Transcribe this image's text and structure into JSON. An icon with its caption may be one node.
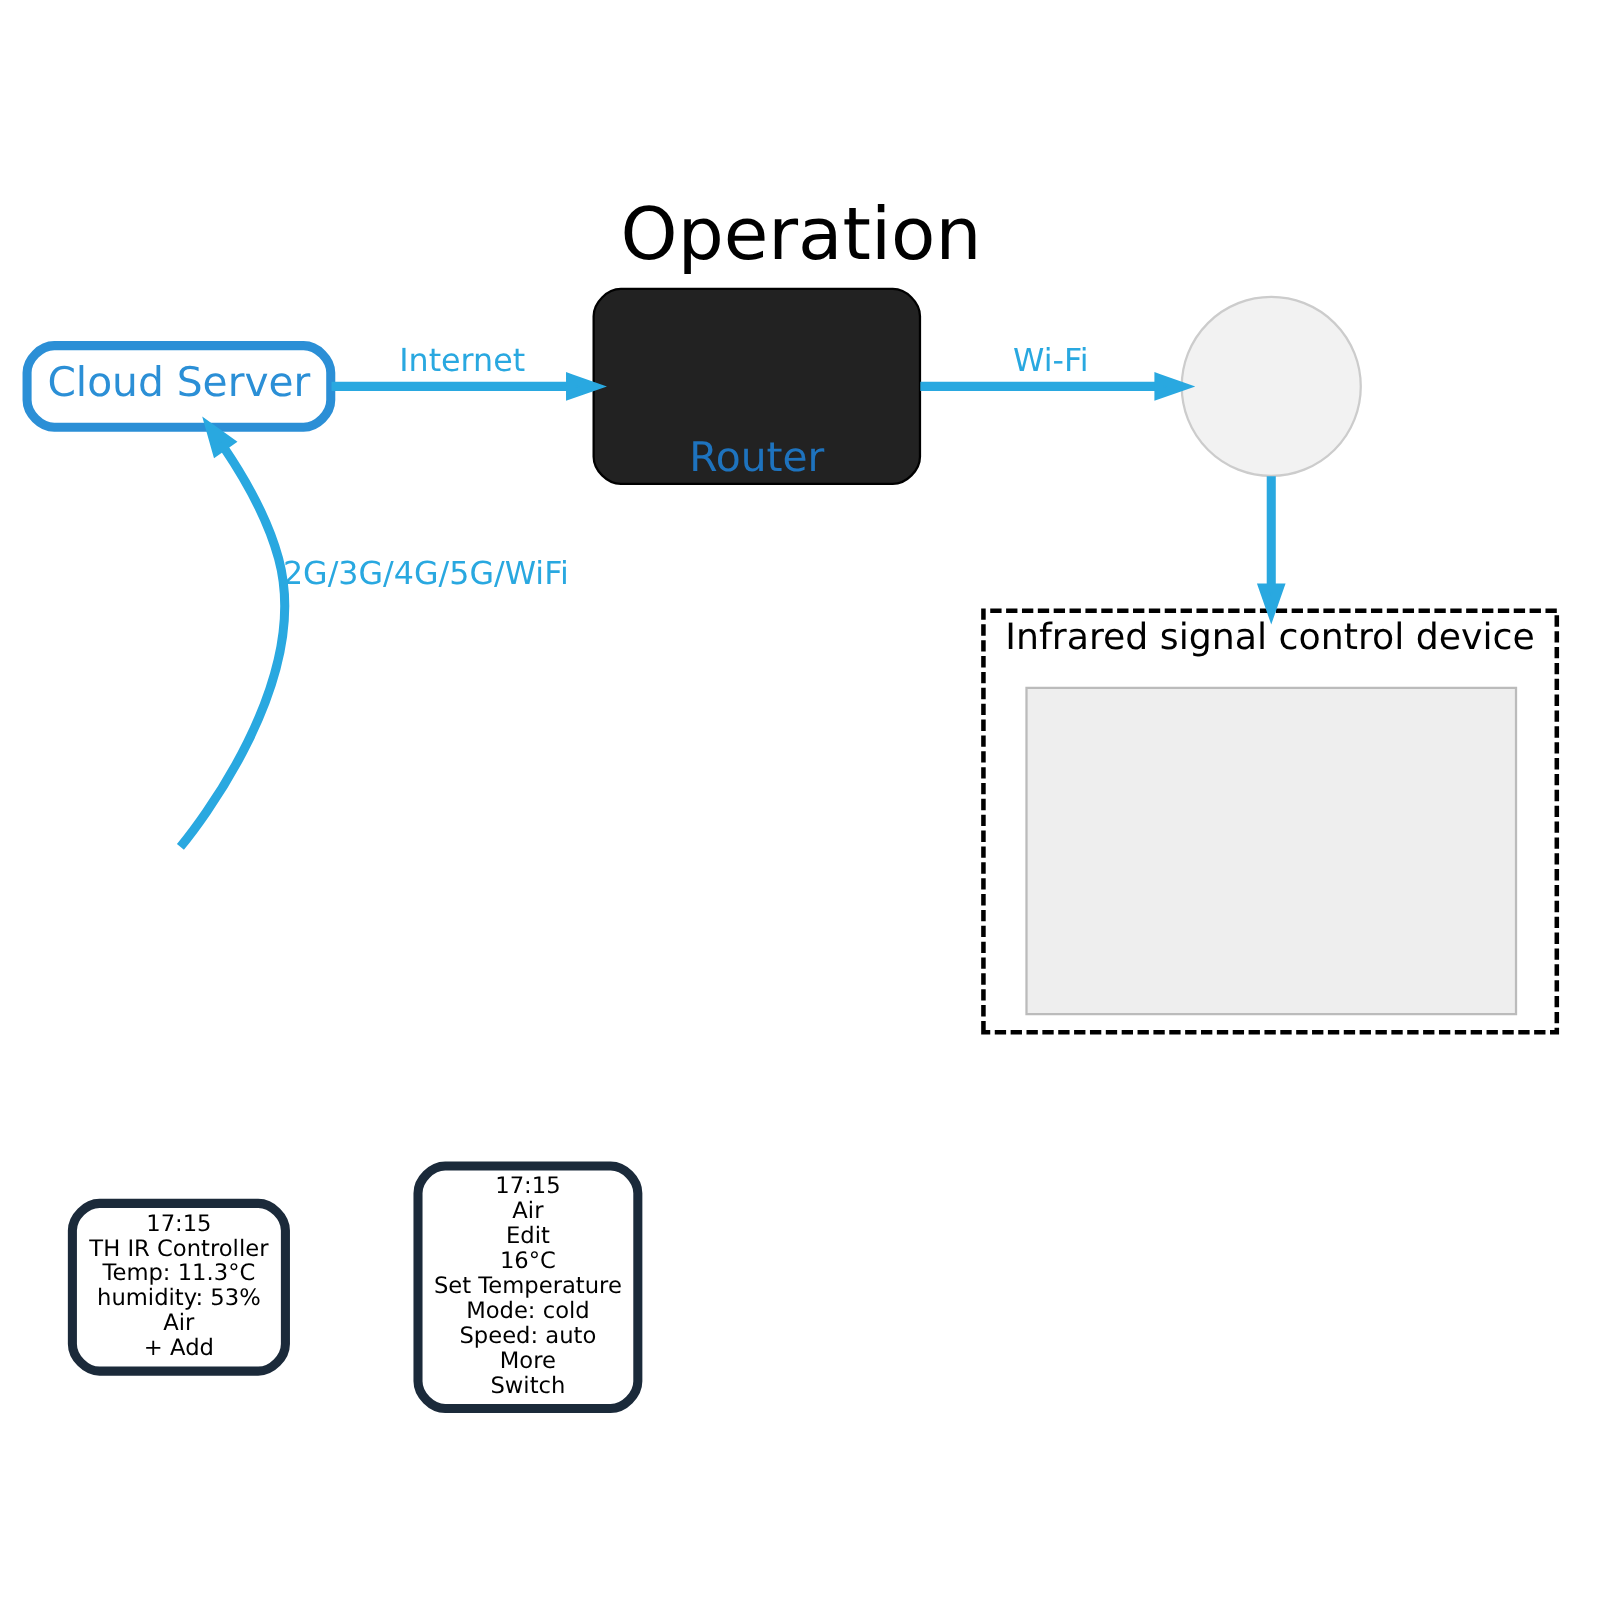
{
  "diagram": {
    "title": "Operation",
    "nodes": [
      {
        "text": [
          "Cloud Server"
        ]
      },
      {
        "text": [
          "Router"
        ]
      },
      {
        "text": [],
        "shape": "circle"
      },
      {
        "text": [
          "Infrared signal control device"
        ]
      },
      {
        "text": [],
        "shape": "box",
        "in": 3
      },
      {
        "text": [
          "17:15",
          "TH IR Controller",
          "Temp: 11.3°C",
          "humidity: 53%",
          "Air",
          "+ Add"
        ]
      },
      {
        "text": [
          "17:15",
          "Air",
          "Edit",
          "16°C",
          "Set Temperature",
          "Mode: cold",
          "Speed: auto",
          "More",
          "Switch"
        ]
      }
    ],
    "edges": [
      {
        "from": 0,
        "to": 1,
        "arrow": "to",
        "label": "Internet"
      },
      {
        "from": 1,
        "to": 2,
        "arrow": "to",
        "label": "Wi-Fi"
      },
      {
        "from": 2,
        "to": 3,
        "arrow": "to"
      },
      {
        "from": null,
        "to": 0,
        "arrow": "to",
        "label": "2G/3G/4G/5G/WiFi"
      }
    ]
  }
}
